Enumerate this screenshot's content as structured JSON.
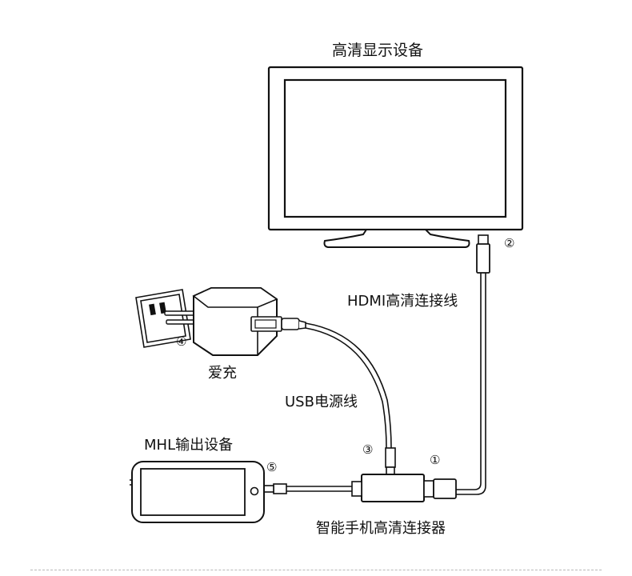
{
  "labels": {
    "display": "高清显示设备",
    "hdmi_cable": "HDMI高清连接线",
    "charger": "爱充",
    "usb_cable": "USB电源线",
    "mhl_device": "MHL输出设备",
    "connector": "智能手机高清连接器"
  },
  "markers": {
    "m1": "①",
    "m2": "②",
    "m3": "③",
    "m4": "④",
    "m5": "⑤"
  }
}
